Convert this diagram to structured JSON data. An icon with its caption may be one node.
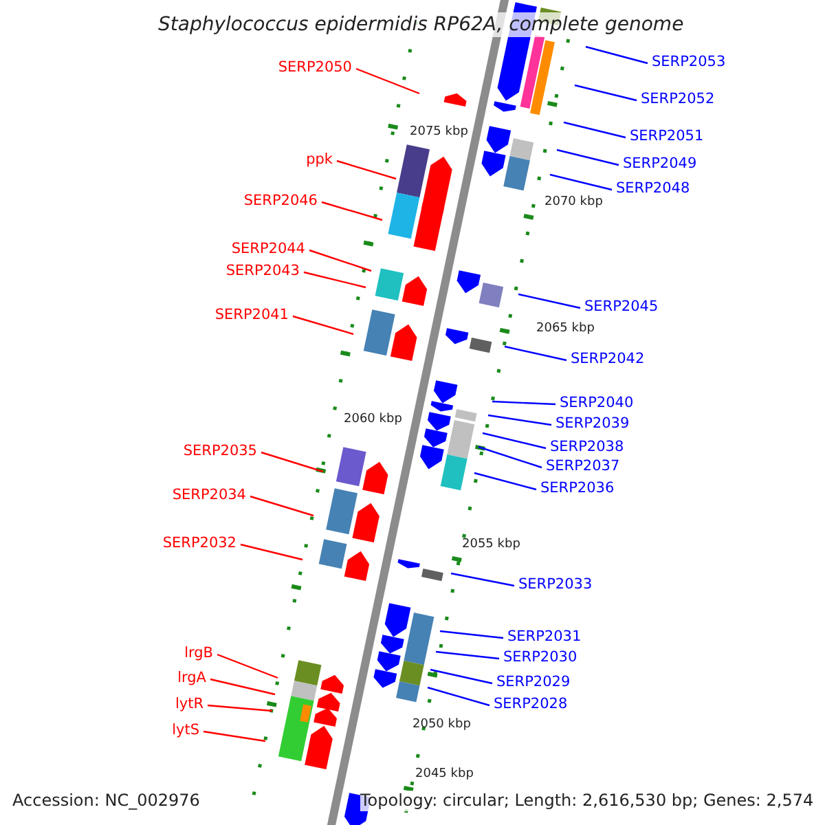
{
  "diagram": {
    "title": "Staphylococcus epidermidis RP62A, complete genome",
    "nodes": [
      {
        "text": [
          "SERP2053"
        ]
      },
      {
        "text": [
          "SERP2050"
        ]
      },
      {
        "text": [
          "SERP2052"
        ]
      },
      {
        "text": [
          "SERP2051"
        ]
      },
      {
        "text": [
          "ppk"
        ]
      },
      {
        "text": [
          "SERP2049"
        ]
      },
      {
        "text": [
          "SERP2048"
        ]
      },
      {
        "text": [
          "SERP2046"
        ]
      },
      {
        "text": [
          "SERP2044"
        ]
      },
      {
        "text": [
          "SERP2043"
        ]
      },
      {
        "text": [
          "SERP2045"
        ]
      },
      {
        "text": [
          "SERP2041"
        ]
      },
      {
        "text": [
          "SERP2042"
        ]
      },
      {
        "text": [
          "SERP2040"
        ]
      },
      {
        "text": [
          "SERP2039"
        ]
      },
      {
        "text": [
          "SERP2038"
        ]
      },
      {
        "text": [
          "SERP2035"
        ]
      },
      {
        "text": [
          "SERP2037"
        ]
      },
      {
        "text": [
          "SERP2036"
        ]
      },
      {
        "text": [
          "SERP2034"
        ]
      },
      {
        "text": [
          "SERP2032"
        ]
      },
      {
        "text": [
          "SERP2033"
        ]
      },
      {
        "text": [
          "SERP2031"
        ]
      },
      {
        "text": [
          "lrgB"
        ]
      },
      {
        "text": [
          "SERP2030"
        ]
      },
      {
        "text": [
          "lrgA"
        ]
      },
      {
        "text": [
          "SERP2029"
        ]
      },
      {
        "text": [
          "lytR"
        ]
      },
      {
        "text": [
          "SERP2028"
        ]
      },
      {
        "text": [
          "lytS"
        ]
      }
    ],
    "edges": [
      {
        "from": 0,
        "to": null,
        "arrow": "none"
      },
      {
        "from": 1,
        "to": null,
        "arrow": "none",
        "color": "#ff0000"
      },
      {
        "from": 2,
        "to": null,
        "arrow": "none"
      },
      {
        "from": 3,
        "to": null,
        "arrow": "none"
      },
      {
        "from": 4,
        "to": null,
        "arrow": "none",
        "color": "#ff0000"
      },
      {
        "from": 5,
        "to": null,
        "arrow": "none"
      },
      {
        "from": 6,
        "to": null,
        "arrow": "none"
      },
      {
        "from": 7,
        "to": null,
        "arrow": "none",
        "color": "#ff0000"
      },
      {
        "from": 8,
        "to": null,
        "arrow": "none",
        "color": "#ff0000"
      },
      {
        "from": 9,
        "to": null,
        "arrow": "none",
        "color": "#ff0000"
      },
      {
        "from": 10,
        "to": null,
        "arrow": "none"
      },
      {
        "from": 11,
        "to": null,
        "arrow": "none",
        "color": "#ff0000"
      },
      {
        "from": 12,
        "to": null,
        "arrow": "none"
      },
      {
        "from": 13,
        "to": null,
        "arrow": "none"
      },
      {
        "from": 14,
        "to": null,
        "arrow": "none"
      },
      {
        "from": 15,
        "to": null,
        "arrow": "none"
      },
      {
        "from": 16,
        "to": null,
        "arrow": "none",
        "color": "#ff0000"
      },
      {
        "from": 17,
        "to": null,
        "arrow": "none"
      },
      {
        "from": 18,
        "to": null,
        "arrow": "none"
      },
      {
        "from": 19,
        "to": null,
        "arrow": "none",
        "color": "#ff0000"
      },
      {
        "from": 20,
        "to": null,
        "arrow": "none",
        "color": "#ff0000"
      },
      {
        "from": 21,
        "to": null,
        "arrow": "none"
      },
      {
        "from": 22,
        "to": null,
        "arrow": "none"
      },
      {
        "from": 23,
        "to": null,
        "arrow": "none",
        "color": "#ff0000"
      },
      {
        "from": 24,
        "to": null,
        "arrow": "none"
      },
      {
        "from": 25,
        "to": null,
        "arrow": "none",
        "color": "#ff0000"
      },
      {
        "from": 26,
        "to": null,
        "arrow": "none"
      },
      {
        "from": 27,
        "to": null,
        "arrow": "none",
        "color": "#ff0000"
      },
      {
        "from": 28,
        "to": null,
        "arrow": "none"
      },
      {
        "from": 29,
        "to": null,
        "arrow": "none",
        "color": "#ff0000"
      }
    ],
    "labels": [
      "2075 kbp",
      "2070 kbp",
      "2065 kbp",
      "2060 kbp",
      "2055 kbp",
      "2050 kbp",
      "2045 kbp",
      "Accession: NC_002976",
      "Topology: circular; Length: 2,616,530 bp; Genes: 2,574"
    ]
  }
}
